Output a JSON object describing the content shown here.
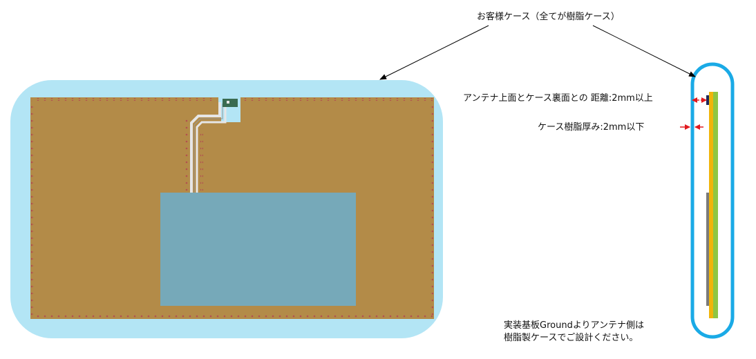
{
  "labels": {
    "customer_case": "お客様ケース（全てが樹脂ケース）",
    "antenna_case_distance": "アンテナ上面とケース裏面との 距離:2mm以上",
    "case_resin_thickness": "ケース樹脂厚み:2mm以下",
    "note_line1": "実装基板Groundよりアンテナ側は",
    "note_line2": "樹脂製ケースでご設計ください。"
  },
  "colors": {
    "case_fill": "#b3e5f5",
    "case_outline": "#1aaae6",
    "board": "#b38b48",
    "board_edge_dots": "#b25050",
    "ground_plane": "#76a9b9",
    "antenna": "#3a6b50",
    "trace": "#d9d9d9",
    "arrow_red": "#e0191e",
    "side_green": "#8fc642",
    "side_yellow": "#f0b40a",
    "side_navy": "#1e2a5c",
    "side_gray": "#7a7a7a"
  }
}
